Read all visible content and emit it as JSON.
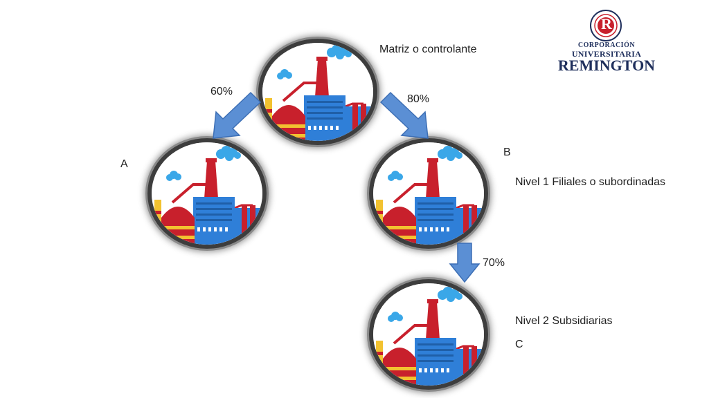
{
  "logo": {
    "line1": "CORPORACIÓN",
    "line2": "UNIVERSITARIA",
    "line3": "REMINGTON",
    "seal_letter": "R",
    "colors": {
      "navy": "#1f2f5c",
      "red": "#c8202c"
    }
  },
  "nodes": {
    "parent": {
      "label": "Matriz o controlante"
    },
    "a": {
      "label": "A"
    },
    "b": {
      "label": "B"
    },
    "c": {
      "label": "C"
    }
  },
  "edges": {
    "parent_to_a": {
      "label": "60%"
    },
    "parent_to_b": {
      "label": "80%"
    },
    "b_to_c": {
      "label": "70%"
    }
  },
  "levels": {
    "level1": "Nivel 1 Filiales o subordinadas",
    "level2": "Nivel 2 Subsidiarias"
  },
  "colors": {
    "arrow_fill": "#5b8fd4",
    "arrow_stroke": "#3d6fb5",
    "factory_red": "#c8202c",
    "factory_blue": "#2f7fd8",
    "factory_yellow": "#f2c230",
    "smoke": "#3aa7e8"
  }
}
